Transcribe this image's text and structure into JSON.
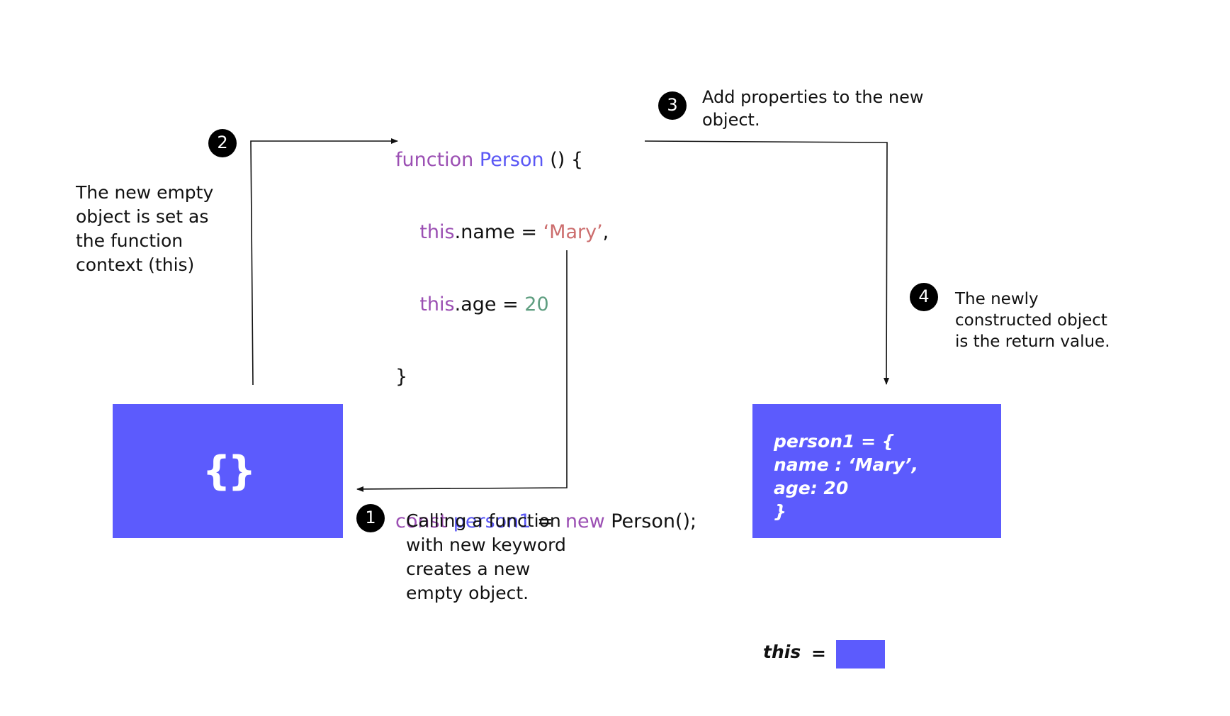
{
  "code": {
    "line1": {
      "kw": "function",
      "name": "Person",
      "rest": " () {"
    },
    "line2": {
      "kw": "this",
      "prop": ".name = ",
      "str": "‘Mary’",
      "end": ","
    },
    "line3": {
      "kw": "this",
      "prop": ".age = ",
      "num": "20"
    },
    "line4": "}",
    "line5": {
      "kw": "const",
      "var": "person1",
      "eq": " =  ",
      "newkw": "new",
      "call": " Person();"
    }
  },
  "steps": [
    {
      "number": "1",
      "text": "Calling a function\nwith new keyword\ncreates a new\nempty object."
    },
    {
      "number": "2",
      "text": "The new empty\nobject is set as\nthe function\ncontext (this)"
    },
    {
      "number": "3",
      "text": "Add properties to the new\nobject."
    },
    {
      "number": "4",
      "text": "The newly\nconstructed object\nis the return value."
    }
  ],
  "empty_object_symbol": "{}",
  "result_object": {
    "line1": "person1 = {",
    "line2": "name : ‘Mary’,",
    "line3": "age: 20",
    "line4": "}"
  },
  "legend": {
    "label": "this",
    "equals": "="
  },
  "colors": {
    "box": "#5c5bfd",
    "keyword": "#9b4fb3",
    "function_name": "#5a57f5",
    "string": "#cc6d6d",
    "number": "#5e9e80"
  }
}
